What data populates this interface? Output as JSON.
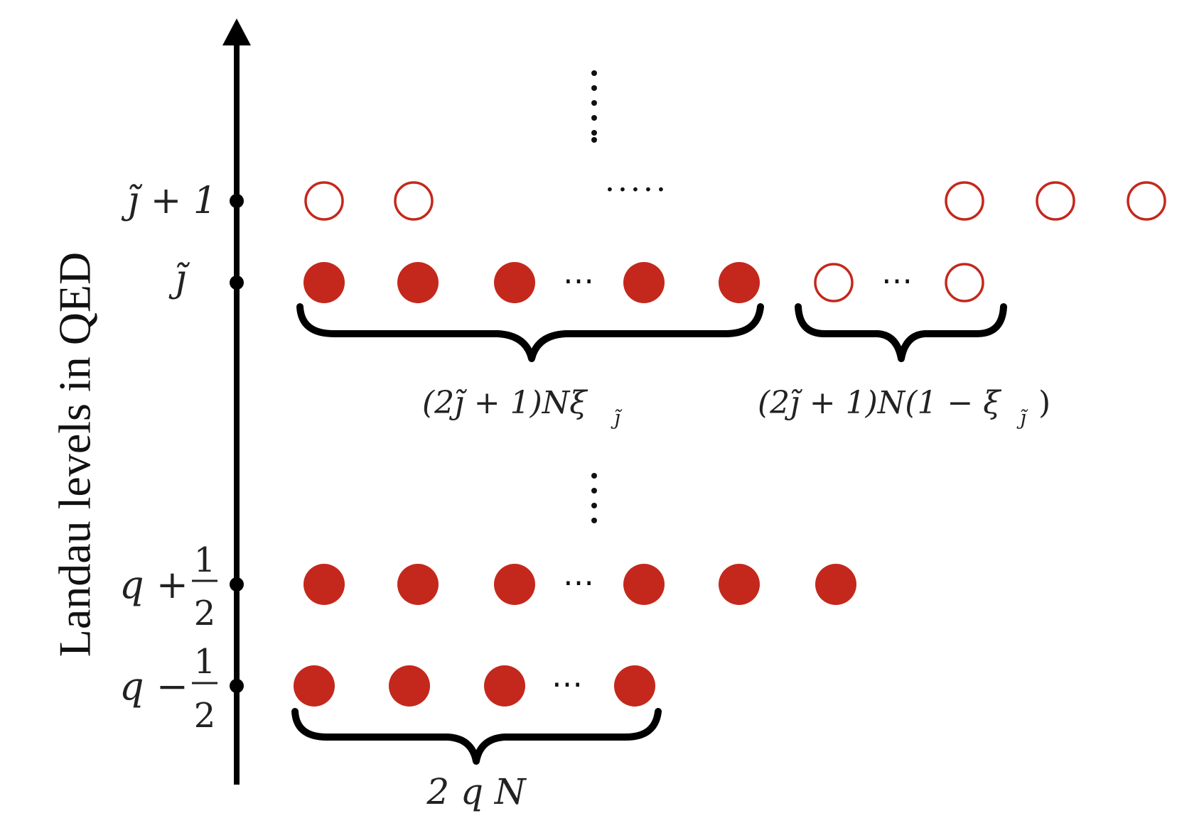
{
  "axis": {
    "title": "Landau levels in QED"
  },
  "levels": {
    "j_plus_1": {
      "label": "j̃ + 1"
    },
    "j": {
      "label": "j̃"
    },
    "q_plus_half": {
      "label": "q +",
      "num": "1",
      "den": "2"
    },
    "q_minus_half": {
      "label": "q −",
      "num": "1",
      "den": "2"
    }
  },
  "braces": {
    "filled_j": {
      "label": "(2j̃ + 1)Nξ",
      "sub": "j̃"
    },
    "empty_j": {
      "label": "(2j̃ + 1)N(1 − ξ",
      "sub": "j̃",
      "close": ")"
    },
    "lowest": {
      "label": "2 q N"
    }
  },
  "ellipsis": {
    "h": "⋯",
    "h5": "·····"
  },
  "colors": {
    "dot": "#c4281c",
    "axis": "#000000"
  }
}
